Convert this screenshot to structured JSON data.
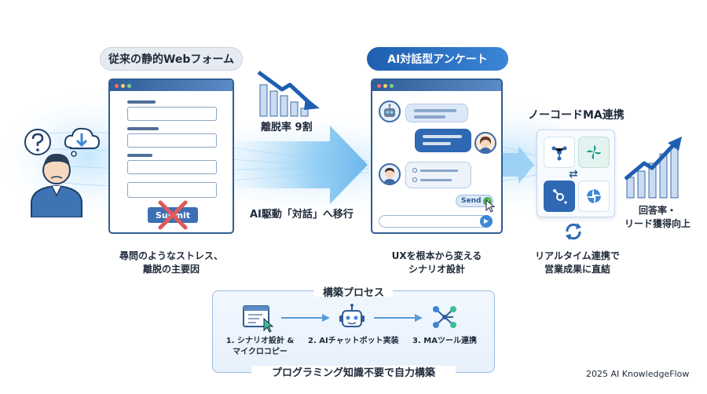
{
  "old_form": {
    "title": "従来の静的Webフォーム",
    "submit_label": "Submit",
    "caption_line1": "尋問のようなストレス、",
    "caption_line2": "離脱の主要因"
  },
  "dropoff": {
    "label": "離脱率 9割"
  },
  "transition": {
    "label": "AI駆動「対話」へ移行"
  },
  "ai_survey": {
    "title": "AI対話型アンケート",
    "send_label": "Send",
    "caption_line1": "UXを根本から変える",
    "caption_line2": "シナリオ設計"
  },
  "ma": {
    "title": "ノーコードMA連携",
    "caption_line1": "リアルタイム連携で",
    "caption_line2": "営業成果に直結"
  },
  "result": {
    "line1": "回答率・",
    "line2": "リード獲得向上"
  },
  "process": {
    "title": "構築プロセス",
    "steps": [
      {
        "line1": "1. シナリオ設計 &",
        "line2": "マイクロコピー"
      },
      {
        "line1": "2. AIチャットボット実装",
        "line2": ""
      },
      {
        "line1": "3. MAツール連携",
        "line2": ""
      }
    ],
    "footer": "プログラミング知識不要で自力構築"
  },
  "credit": "2025 AI KnowledgeFlow",
  "colors": {
    "primary": "#1e5eb0",
    "accent": "#3b86d6",
    "alert": "#e05a5a",
    "success": "#4caf50"
  }
}
